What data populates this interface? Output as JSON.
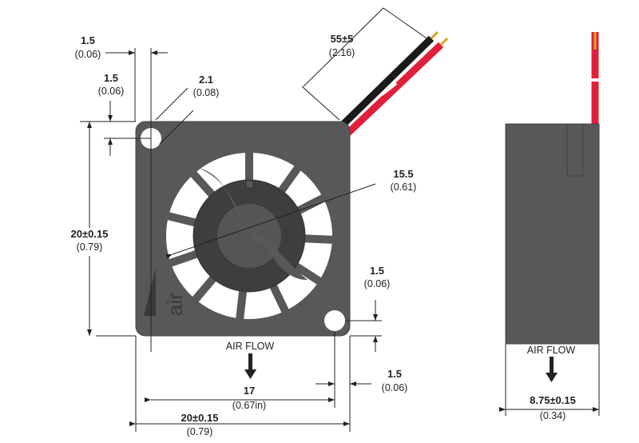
{
  "dimensions": {
    "top_offset_x": {
      "mm": "1.5",
      "in": "(0.06)"
    },
    "top_offset_y": {
      "mm": "1.5",
      "in": "(0.06)"
    },
    "hole_diameter": {
      "mm": "2.1",
      "in": "(0.08)"
    },
    "wire_length": {
      "mm": "55±5",
      "in": "(2.16)"
    },
    "fan_diameter": {
      "mm": "15.5",
      "in": "(0.61)"
    },
    "height": {
      "mm": "20±0.15",
      "in": "(0.79)"
    },
    "bottom_offset_y": {
      "mm": "1.5",
      "in": "(0.06)"
    },
    "bottom_offset_x": {
      "mm": "1.5",
      "in": "(0.06)"
    },
    "hole_spacing": {
      "mm": "17",
      "in": "(0.67in)"
    },
    "width": {
      "mm": "20±0.15",
      "in": "(0.79)"
    },
    "thickness": {
      "mm": "8.75±0.15",
      "in": "(0.34)"
    }
  },
  "labels": {
    "airflow_front": "AIR FLOW",
    "airflow_side": "AIR FLOW",
    "logo": "air"
  },
  "colors": {
    "body": "#58585a",
    "wire_red": "#e0203a",
    "wire_black": "#1a1a1a"
  }
}
